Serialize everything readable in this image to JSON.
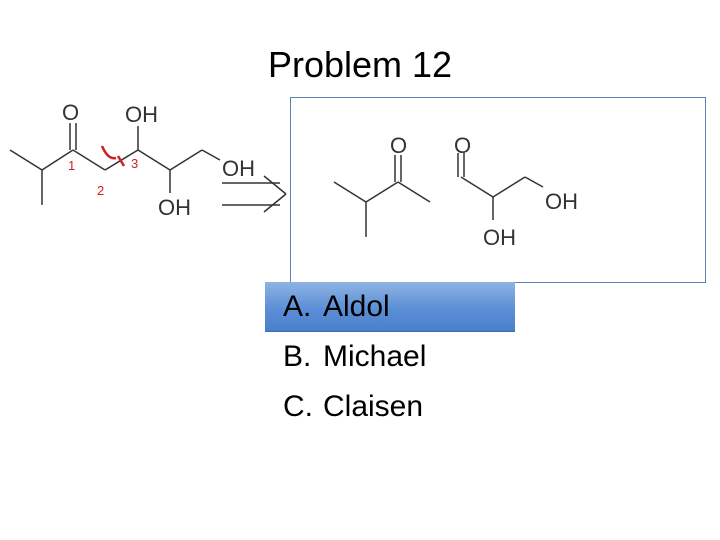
{
  "title": "Problem 12",
  "reactant": {
    "o_label": "O",
    "oh_top": "OH",
    "oh_right": "OH",
    "oh_bottom": "OH",
    "num1": "1",
    "num2": "2",
    "num3": "3"
  },
  "product": {
    "o_left": "O",
    "o_right": "O",
    "oh_right": "OH",
    "oh_bottom": "OH"
  },
  "options": [
    {
      "letter": "A.",
      "text": "Aldol",
      "selected": true
    },
    {
      "letter": "B.",
      "text": "Michael",
      "selected": false
    },
    {
      "letter": "C.",
      "text": "Claisen",
      "selected": false
    }
  ],
  "colors": {
    "highlight": "#5b8fd6",
    "box_border": "#5b82b8",
    "annotation": "#cc2222"
  }
}
